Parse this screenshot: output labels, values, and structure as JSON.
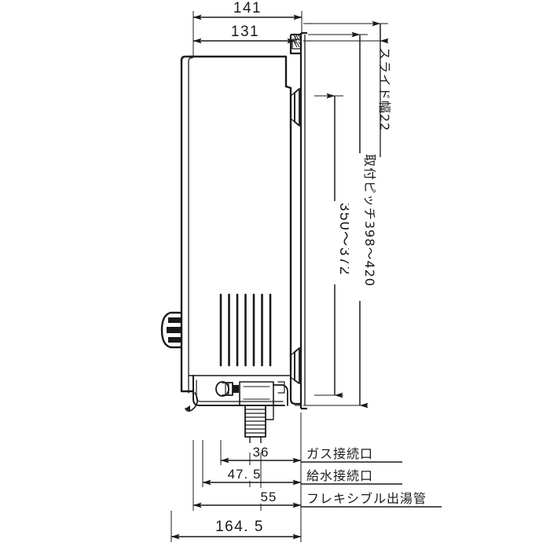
{
  "drawing": {
    "title": "給湯器 側面図 寸法図",
    "background_color": "#ffffff",
    "line_color": "#1a1a1a",
    "view": "side-elevation"
  },
  "dimensions": {
    "top_outer": {
      "value": "141",
      "label": "141",
      "orientation": "horizontal",
      "unit": "mm"
    },
    "top_inner": {
      "value": "131",
      "label": "131",
      "orientation": "horizontal",
      "unit": "mm"
    },
    "right_slide": {
      "value": "スライド幅22",
      "label": "スライド幅22",
      "orientation": "vertical",
      "unit": "mm"
    },
    "right_inner": {
      "value": "350~372",
      "label": "350〜372",
      "orientation": "vertical",
      "unit": "mm"
    },
    "right_outer": {
      "value": "取付ピッチ398~420",
      "label": "取付ピッチ398〜420",
      "orientation": "vertical",
      "unit": "mm"
    },
    "bottom_gas": {
      "value": "36",
      "label": "36",
      "callout": "ガス接続口",
      "orientation": "horizontal",
      "unit": "mm"
    },
    "bottom_water": {
      "value": "47.5",
      "label": "47. 5",
      "callout": "給水接続口",
      "orientation": "horizontal",
      "unit": "mm"
    },
    "bottom_hotwater": {
      "value": "55",
      "label": "55",
      "callout": "フレキシブル出湯管",
      "orientation": "horizontal",
      "unit": "mm"
    },
    "bottom_overall": {
      "value": "164.5",
      "label": "164. 5",
      "orientation": "horizontal",
      "unit": "mm"
    }
  },
  "callouts": [
    {
      "id": "gas-port",
      "text": "ガス接続口"
    },
    {
      "id": "water-inlet",
      "text": "給水接続口"
    },
    {
      "id": "flexible-hot-water-pipe",
      "text": "フレキシブル出湯管"
    }
  ],
  "components": {
    "body": "water-heater-body",
    "grille": "ventilation-grille",
    "grille_slot_count": 7,
    "knob": "control-knob",
    "bracket": "wall-mount-bracket",
    "hook": "upper-mount-hook",
    "pipes": "bottom-pipe-connections"
  }
}
